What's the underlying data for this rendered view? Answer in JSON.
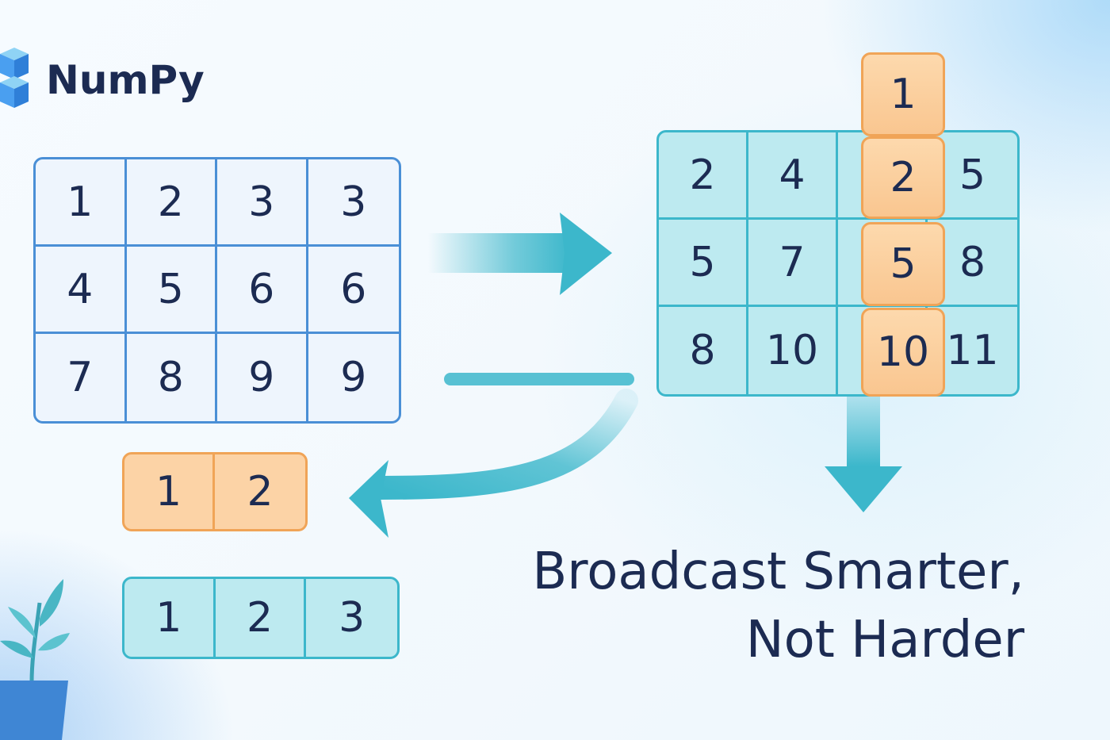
{
  "logo": {
    "title": "NumPy",
    "icon": "numpy-cube-icon"
  },
  "matrix_a": {
    "rows": [
      [
        "1",
        "2",
        "3",
        "3"
      ],
      [
        "4",
        "5",
        "6",
        "6"
      ],
      [
        "7",
        "8",
        "9",
        "9"
      ]
    ]
  },
  "matrix_result": {
    "rows": [
      [
        "2",
        "4",
        "",
        "5"
      ],
      [
        "5",
        "7",
        "",
        "8"
      ],
      [
        "8",
        "10",
        "",
        "11"
      ]
    ],
    "highlight_column": [
      "1",
      "2",
      "5",
      "10"
    ]
  },
  "vector_orange": [
    "1",
    "2"
  ],
  "vector_teal": [
    "1",
    "2",
    "3"
  ],
  "tagline": {
    "line1": "Broadcast Smarter,",
    "line2": "Not Harder"
  },
  "colors": {
    "accent_teal": "#3cb7cb",
    "accent_orange": "#f0a457",
    "accent_blue": "#4a8fd6",
    "text": "#1c2b52"
  }
}
